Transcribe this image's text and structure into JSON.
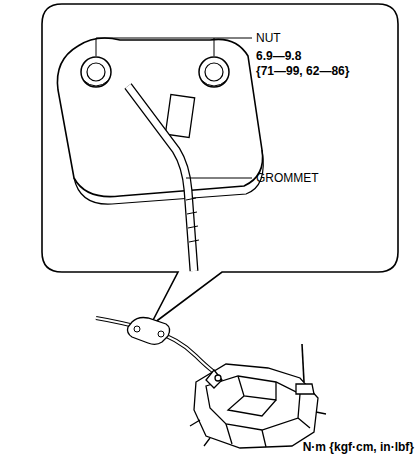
{
  "diagram": {
    "labels": [
      "NUT",
      "6.9—9.8",
      "{71—99, 62—86}",
      "GROMMET",
      "N·m {kgf·cm, in·lbf}"
    ]
  }
}
